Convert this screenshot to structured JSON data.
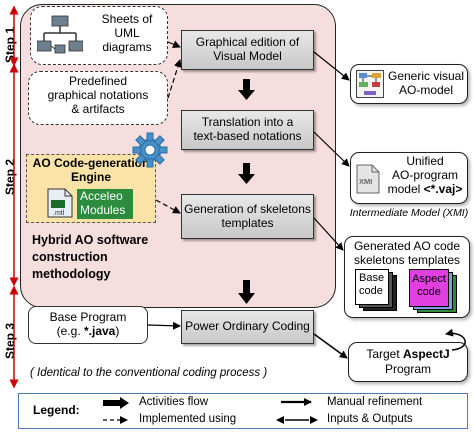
{
  "steps": [
    "Step 1",
    "Step 2",
    "Step 3"
  ],
  "inputs": {
    "uml": "Sheets of\nUML\ndiagrams",
    "notations": "Predefined\ngraphical notations\n& artifacts",
    "base_program_line1": "Base Program",
    "base_program_prefix": "(e.g. ",
    "base_program_ext": "*.java",
    "base_program_suffix": ")"
  },
  "engine": {
    "title": "AO Code-generation\nEngine",
    "acceleo": "Acceleo\nModules",
    "mtl_label": ".mtl"
  },
  "methodology": "Hybrid AO software\nconstruction\nmethodology",
  "process": {
    "p1": "Graphical edition of\nVisual Model",
    "p2": "Translation into a\ntext-based notations",
    "p3": "Generation of skeletons\ntemplates",
    "p4": "Power Ordinary Coding"
  },
  "outputs": {
    "o1": "Generic visual\nAO-model",
    "o2_line1": "Unified",
    "o2_line2": "AO-program",
    "o2_prefix": "model ",
    "o2_bold": "<*.vaj>",
    "o2_caption": "Intermediate Model (XMI)",
    "xmi_label": "XMI",
    "o3": "Generated AO code\nskeletons templates",
    "base_code": "Base\ncode",
    "aspect_code": "Aspect\ncode",
    "o4_prefix": "Target ",
    "o4_bold": "AspectJ",
    "o4_line2": "Program"
  },
  "footnote": "( Identical to the conventional coding process )",
  "legend": {
    "title": "Legend:",
    "activities": "Activities flow",
    "implemented": "Implemented using",
    "manual": "Manual refinement",
    "io": "Inputs & Outputs"
  },
  "colors": {
    "panel": "#f7dede",
    "engine": "#fbe3a8",
    "acceleo": "#2a8c3c",
    "aspect_code": "#e040e0",
    "step_arrow": "#cc0000",
    "legend_border": "#4a7ab8"
  },
  "icons": [
    "network-diagram-icon",
    "gear-icon",
    "model-diagram-icon",
    "xmi-file-icon",
    "file-icon"
  ]
}
